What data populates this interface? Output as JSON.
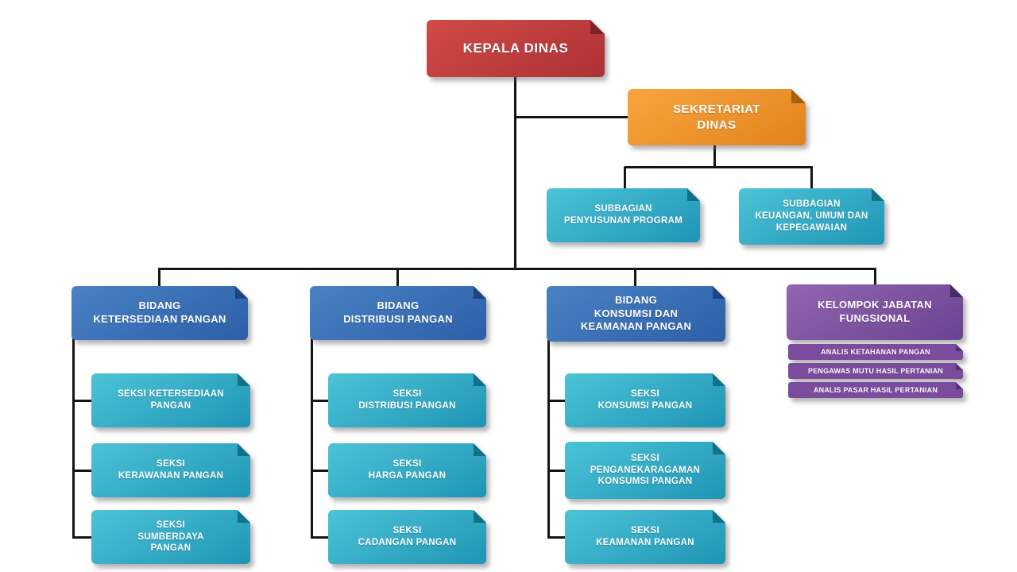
{
  "org": {
    "kepala": {
      "label": "KEPALA DINAS"
    },
    "sekretariat": {
      "label": "SEKRETARIAT\nDINAS",
      "subbagian": [
        {
          "label": "SUBBAGIAN\nPENYUSUNAN PROGRAM"
        },
        {
          "label": "SUBBAGIAN\nKEUANGAN, UMUM DAN\nKEPEGAWAIAN"
        }
      ]
    },
    "bidang": [
      {
        "label": "BIDANG\nKETERSEDIAAN PANGAN",
        "seksi": [
          {
            "label": "SEKSI KETERSEDIAAN\nPANGAN"
          },
          {
            "label": "SEKSI\nKERAWANAN PANGAN"
          },
          {
            "label": "SEKSI\nSUMBERDAYA\nPANGAN"
          }
        ]
      },
      {
        "label": "BIDANG\nDISTRIBUSI PANGAN",
        "seksi": [
          {
            "label": "SEKSI\nDISTRIBUSI PANGAN"
          },
          {
            "label": "SEKSI\nHARGA PANGAN"
          },
          {
            "label": "SEKSI\nCADANGAN PANGAN"
          }
        ]
      },
      {
        "label": "BIDANG\nKONSUMSI DAN\nKEAMANAN PANGAN",
        "seksi": [
          {
            "label": "SEKSI\nKONSUMSI PANGAN"
          },
          {
            "label": "SEKSI\nPENGANEKARAGAMAN\nKONSUMSI PANGAN"
          },
          {
            "label": "SEKSI\nKEAMANAN PANGAN"
          }
        ]
      }
    ],
    "fungsional": {
      "label": "KELOMPOK JABATAN\nFUNGSIONAL",
      "items": [
        {
          "label": "ANALIS KETAHANAN PANGAN"
        },
        {
          "label": "PENGAWAS MUTU HASIL PERTANIAN"
        },
        {
          "label": "ANALIS PASAR HASIL PERTANIAN"
        }
      ]
    }
  },
  "colors": {
    "kepala": "#b13438",
    "sekretariat": "#ef9227",
    "subbagian_seksi": "#2ba5c2",
    "bidang": "#3571b8",
    "fungsional": "#7b4fa0",
    "fungsional_item": "#7b4b9e",
    "connector": "#151515",
    "background": "#ffffff"
  }
}
